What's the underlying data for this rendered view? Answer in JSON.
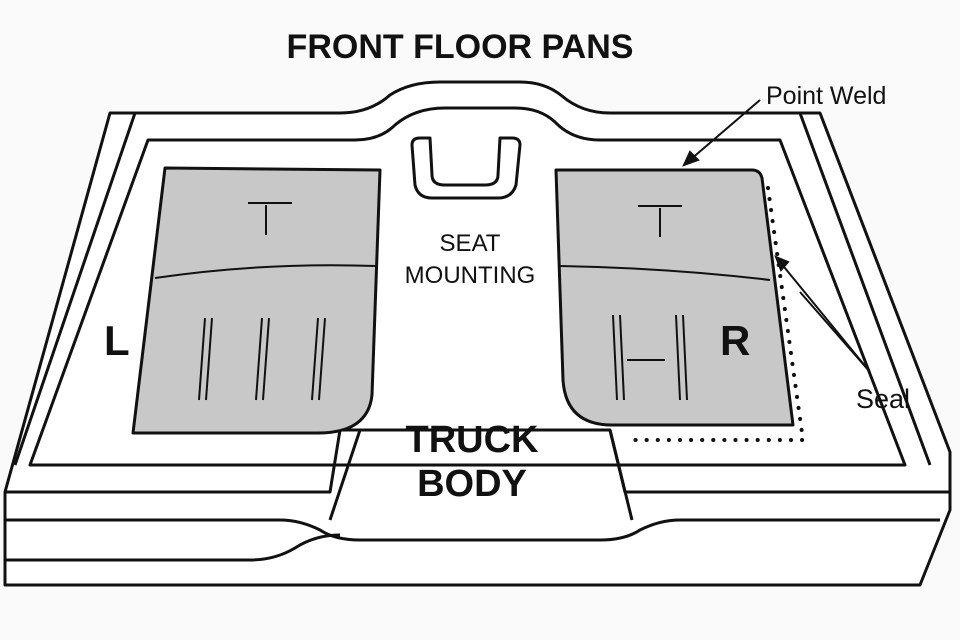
{
  "diagram": {
    "title": "FRONT FLOOR PANS",
    "labels": {
      "point_weld": "Point Weld",
      "seat_mounting_line1": "SEAT",
      "seat_mounting_line2": "MOUNTING",
      "left": "L",
      "right": "R",
      "seal": "Seal",
      "truck_body_line1": "TRUCK",
      "truck_body_line2": "BODY"
    },
    "colors": {
      "background": "#fafafa",
      "outline": "#111111",
      "pan_fill": "#c8c8c8",
      "body_fill": "#ffffff"
    }
  }
}
